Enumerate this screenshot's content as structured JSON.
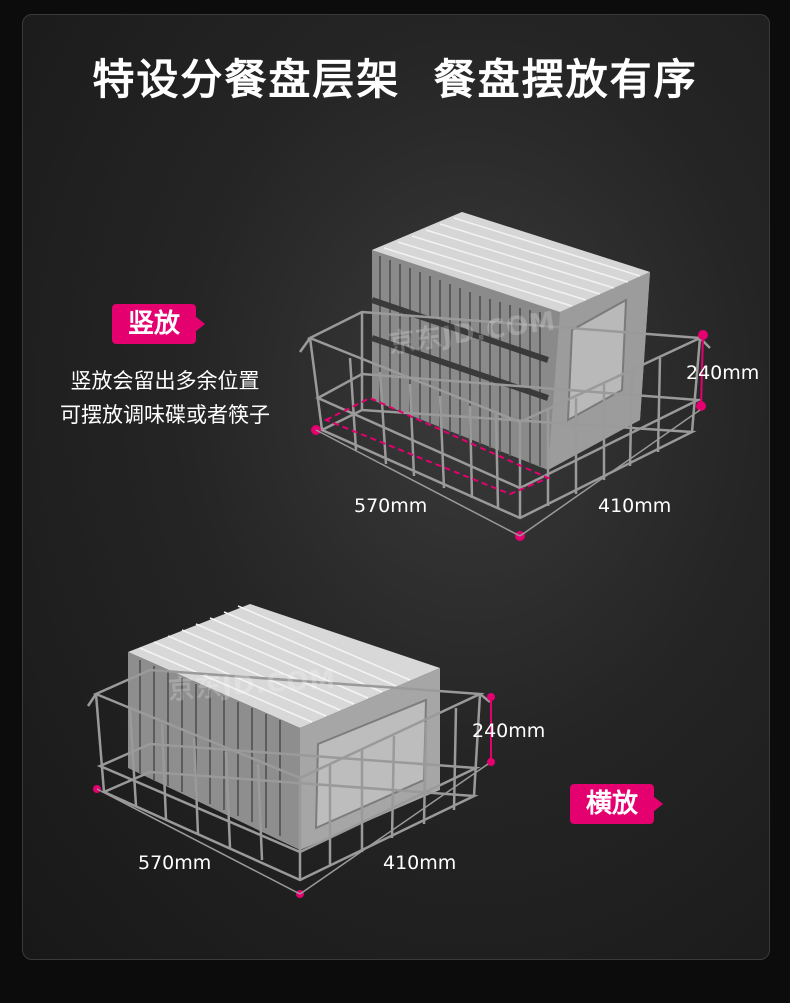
{
  "title": "特设分餐盘层架  餐盘摆放有序",
  "vertical": {
    "tag": "竖放",
    "desc_line1": "竖放会留出多余位置",
    "desc_line2": "可摆放调味碟或者筷子",
    "dim_height": "240mm",
    "dim_length": "570mm",
    "dim_width": "410mm"
  },
  "horizontal": {
    "tag": "横放",
    "dim_height": "240mm",
    "dim_length": "570mm",
    "dim_width": "410mm"
  },
  "watermark": "京东JD.COM",
  "colors": {
    "accent": "#e4006f",
    "background": "#1a1a1a",
    "text": "#ffffff"
  }
}
